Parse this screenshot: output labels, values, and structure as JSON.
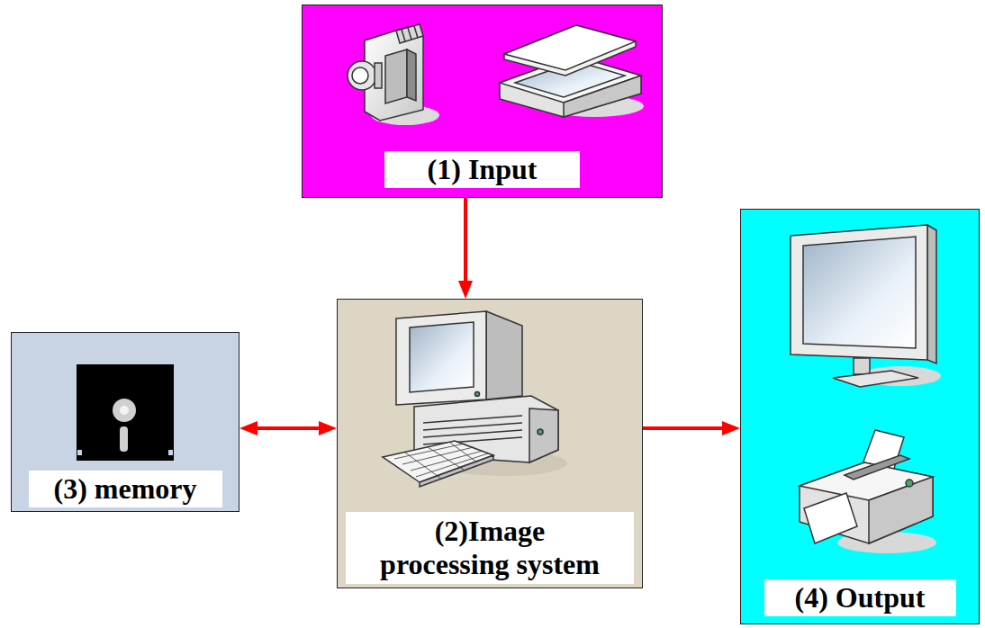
{
  "diagram": {
    "nodes": [
      {
        "text": [
          "(1) Input"
        ]
      },
      {
        "text": [
          "(2)Image processing system"
        ]
      },
      {
        "text": [
          "(3) memory"
        ]
      },
      {
        "text": [
          "(4) Output"
        ]
      }
    ],
    "edges": [
      {
        "from": 0,
        "to": 1,
        "arrow": "to"
      },
      {
        "from": 2,
        "to": 1,
        "arrow": "both"
      },
      {
        "from": 1,
        "to": 3,
        "arrow": "to"
      }
    ]
  }
}
